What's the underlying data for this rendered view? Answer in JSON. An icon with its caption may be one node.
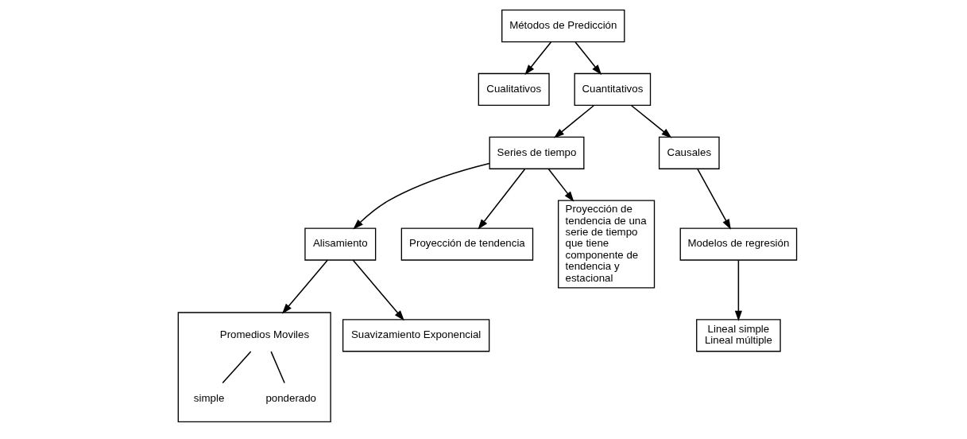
{
  "diagram": {
    "nodes": [
      {
        "text": [
          "Métodos de Predicción"
        ]
      },
      {
        "text": [
          "Cualitativos"
        ]
      },
      {
        "text": [
          "Cuantitativos"
        ]
      },
      {
        "text": [
          "Series de tiempo"
        ]
      },
      {
        "text": [
          "Causales"
        ]
      },
      {
        "text": [
          "Alisamiento"
        ]
      },
      {
        "text": [
          "Proyección de tendencia"
        ]
      },
      {
        "text": [
          "Proyección de tendencia de una serie de tiempo que tiene componente de tendencia y estacional"
        ]
      },
      {
        "text": [
          "Modelos de regresión"
        ]
      },
      {
        "text": [],
        "shape": "box"
      },
      {
        "text": [
          "Promedios Moviles"
        ],
        "in": 9
      },
      {
        "text": [
          "simple"
        ],
        "in": 9
      },
      {
        "text": [
          "ponderado"
        ],
        "in": 9
      },
      {
        "text": [
          "Suavizamiento Exponencial"
        ]
      },
      {
        "text": [
          "Lineal simple",
          "Lineal múltiple"
        ]
      }
    ],
    "edges": [
      {
        "from": 0,
        "to": 1,
        "arrow": "to"
      },
      {
        "from": 0,
        "to": 2,
        "arrow": "to"
      },
      {
        "from": 2,
        "to": 3,
        "arrow": "to"
      },
      {
        "from": 2,
        "to": 4,
        "arrow": "to"
      },
      {
        "from": 3,
        "to": 5,
        "arrow": "to"
      },
      {
        "from": 3,
        "to": 6,
        "arrow": "to"
      },
      {
        "from": 3,
        "to": 7,
        "arrow": "to"
      },
      {
        "from": 4,
        "to": 8,
        "arrow": "to"
      },
      {
        "from": 5,
        "to": 9,
        "arrow": "to"
      },
      {
        "from": 5,
        "to": 13,
        "arrow": "to"
      },
      {
        "from": 8,
        "to": 14,
        "arrow": "to"
      },
      {
        "from": 10,
        "to": 11,
        "arrow": "none"
      },
      {
        "from": 10,
        "to": 12,
        "arrow": "none"
      }
    ]
  }
}
